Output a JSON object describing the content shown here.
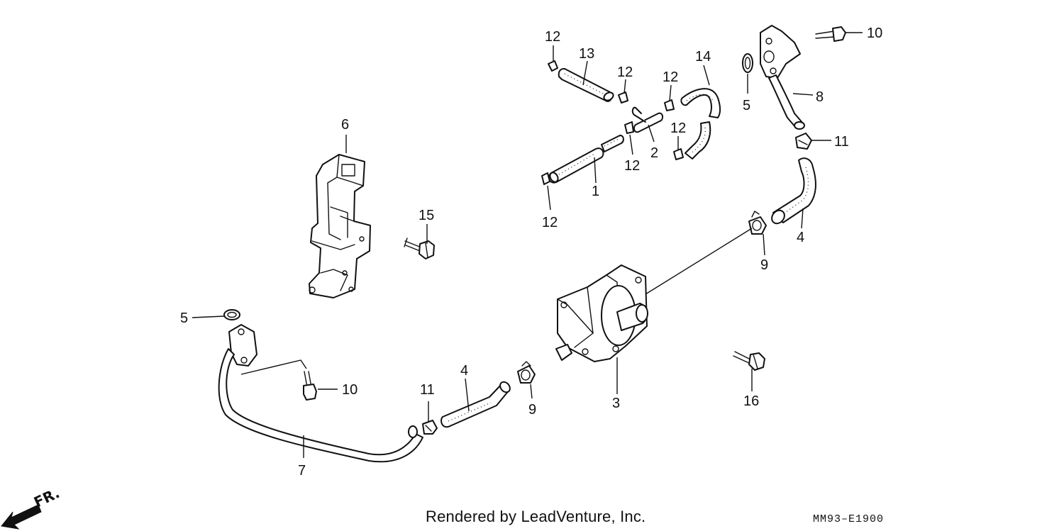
{
  "labels": {
    "l1": "1",
    "l2": "2",
    "l3": "3",
    "l4a": "4",
    "l4b": "4",
    "l5a": "5",
    "l5b": "5",
    "l6": "6",
    "l7": "7",
    "l8": "8",
    "l9a": "9",
    "l9b": "9",
    "l10a": "10",
    "l10b": "10",
    "l11a": "11",
    "l11b": "11",
    "l12a": "12",
    "l12b": "12",
    "l12c": "12",
    "l12d": "12",
    "l12e": "12",
    "l12f": "12",
    "l13": "13",
    "l14": "14",
    "l15": "15",
    "l16": "16"
  },
  "direction_marker": "FR.",
  "footer": {
    "credit": "Rendered by LeadVenture, Inc.",
    "code": "MM93–E1900"
  }
}
